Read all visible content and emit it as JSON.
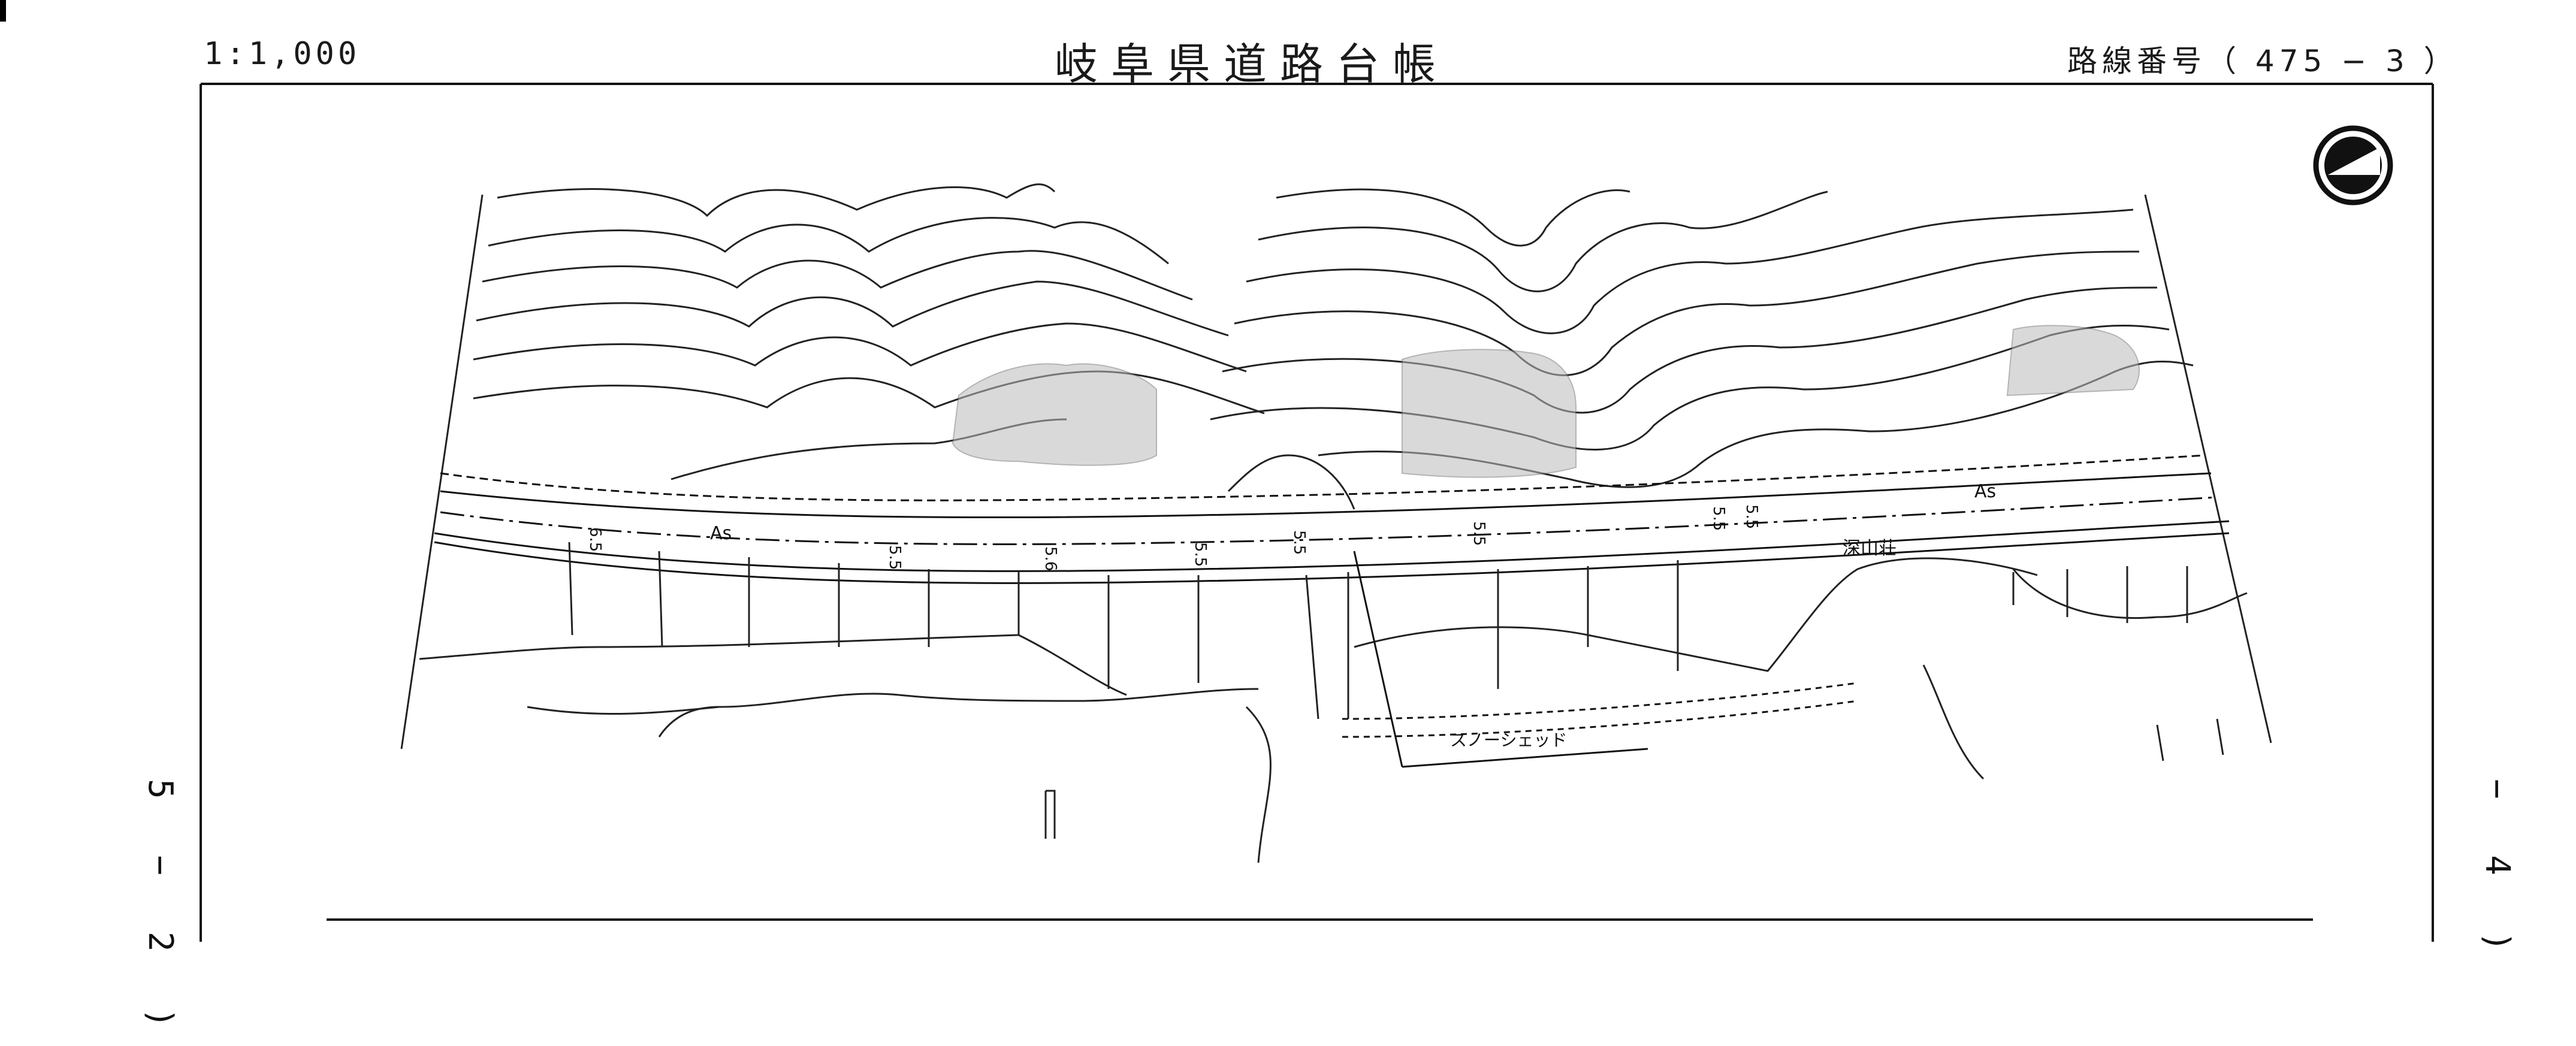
{
  "header": {
    "scale": "1:1,000",
    "title": "岐阜県道路台帳",
    "route": "路線番号（ 475 − 3 ）"
  },
  "side_refs": {
    "left": "5 − 2 )",
    "right": "− 4 )"
  },
  "map": {
    "road_surface": [
      "As",
      "As"
    ],
    "elevations": [
      "6.5",
      "5.5",
      "5.6",
      "5.5",
      "5.5",
      "5.5",
      "5.5",
      "5.5"
    ],
    "place_name": "深山荘",
    "structure": "スノーシェッド"
  }
}
